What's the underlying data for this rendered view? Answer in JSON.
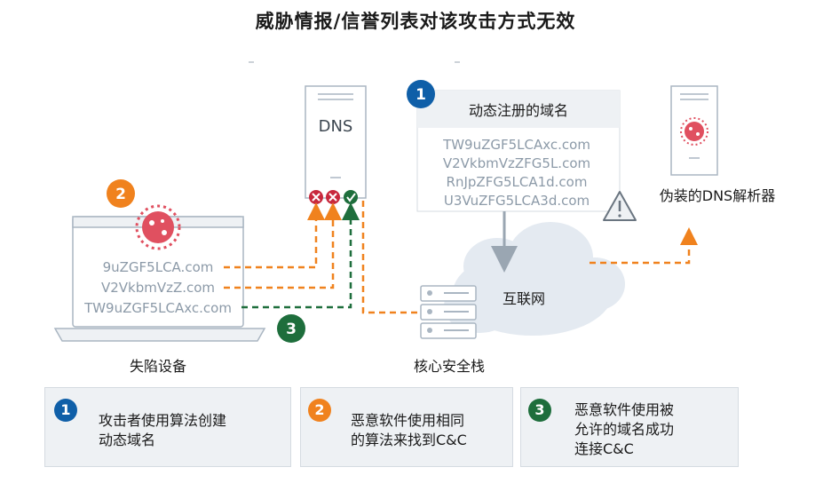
{
  "title": "威胁情报/信誉列表对该攻击方式无效",
  "colors": {
    "blue": "#0f5fa8",
    "orange": "#f0821e",
    "green": "#1e6e3c",
    "red": "#c8283c",
    "panel_bg": "#eef1f4",
    "gray_text": "#8c9aa8"
  },
  "dns_server": {
    "label": "DNS",
    "status_icons": [
      "x-icon",
      "x-icon",
      "check-icon"
    ]
  },
  "registered_box": {
    "badge": "1",
    "title": "动态注册的域名",
    "domains": [
      "TW9uZGF5LCAxc.com",
      "V2VkbmVzZFG5L.com",
      "RnJpZFG5LCA1d.com",
      "U3VuZFG5LCA3d.com"
    ]
  },
  "fake_dns": {
    "label": "伪装的DNS解析器"
  },
  "infected_device": {
    "badge": "2",
    "domains": [
      "9uZGF5LCA.com",
      "V2VkbmVzZ.com",
      "TW9uZGF5LCAxc.com"
    ],
    "label": "失陷设备"
  },
  "internet": {
    "label": "互联网"
  },
  "security_stack": {
    "label": "核心安全栈",
    "badge": "3"
  },
  "panels": [
    {
      "number": "1",
      "lines": [
        "攻击者使用算法创建",
        "动态域名"
      ]
    },
    {
      "number": "2",
      "lines": [
        "恶意软件使用相同",
        "的算法来找到C&C"
      ]
    },
    {
      "number": "3",
      "lines": [
        "恶意软件使用被",
        "允许的域名成功",
        "连接C&C"
      ]
    }
  ]
}
